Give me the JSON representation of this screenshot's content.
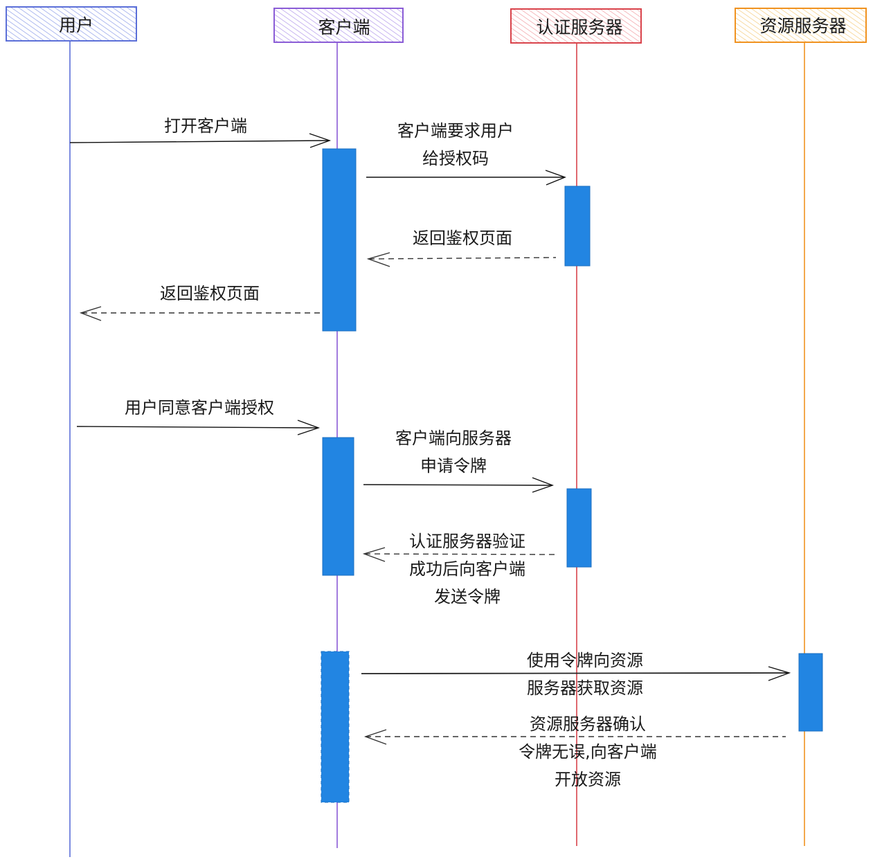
{
  "diagram": {
    "type": "sequence",
    "actors": [
      {
        "id": "user",
        "label": "用户",
        "color": "#5b6fd8",
        "fill": "#aab6ef"
      },
      {
        "id": "client",
        "label": "客户端",
        "color": "#8a5cd6",
        "fill": "#c4aef0"
      },
      {
        "id": "auth",
        "label": "认证服务器",
        "color": "#d9434b",
        "fill": "#f2a6aa"
      },
      {
        "id": "resource",
        "label": "资源服务器",
        "color": "#f0921f",
        "fill": "#f6d18a"
      }
    ],
    "activation_color": "#2285e2",
    "messages": [
      {
        "from": "user",
        "to": "client",
        "style": "solid",
        "lines": [
          "打开客户端"
        ]
      },
      {
        "from": "client",
        "to": "auth",
        "style": "solid",
        "lines": [
          "客户端要求用户",
          "给授权码"
        ]
      },
      {
        "from": "auth",
        "to": "client",
        "style": "dashed",
        "lines": [
          "返回鉴权页面"
        ]
      },
      {
        "from": "client",
        "to": "user",
        "style": "dashed",
        "lines": [
          "返回鉴权页面"
        ]
      },
      {
        "from": "user",
        "to": "client",
        "style": "solid",
        "lines": [
          "用户同意客户端授权"
        ]
      },
      {
        "from": "client",
        "to": "auth",
        "style": "solid",
        "lines": [
          "客户端向服务器",
          "申请令牌"
        ]
      },
      {
        "from": "auth",
        "to": "client",
        "style": "dashed",
        "lines": [
          "认证服务器验证",
          "成功后向客户端",
          "发送令牌"
        ]
      },
      {
        "from": "client",
        "to": "resource",
        "style": "solid",
        "lines": [
          "使用令牌向资源",
          "服务器获取资源"
        ]
      },
      {
        "from": "resource",
        "to": "client",
        "style": "dashed",
        "lines": [
          "资源服务器确认",
          "令牌无误,向客户端",
          "开放资源"
        ]
      }
    ]
  }
}
